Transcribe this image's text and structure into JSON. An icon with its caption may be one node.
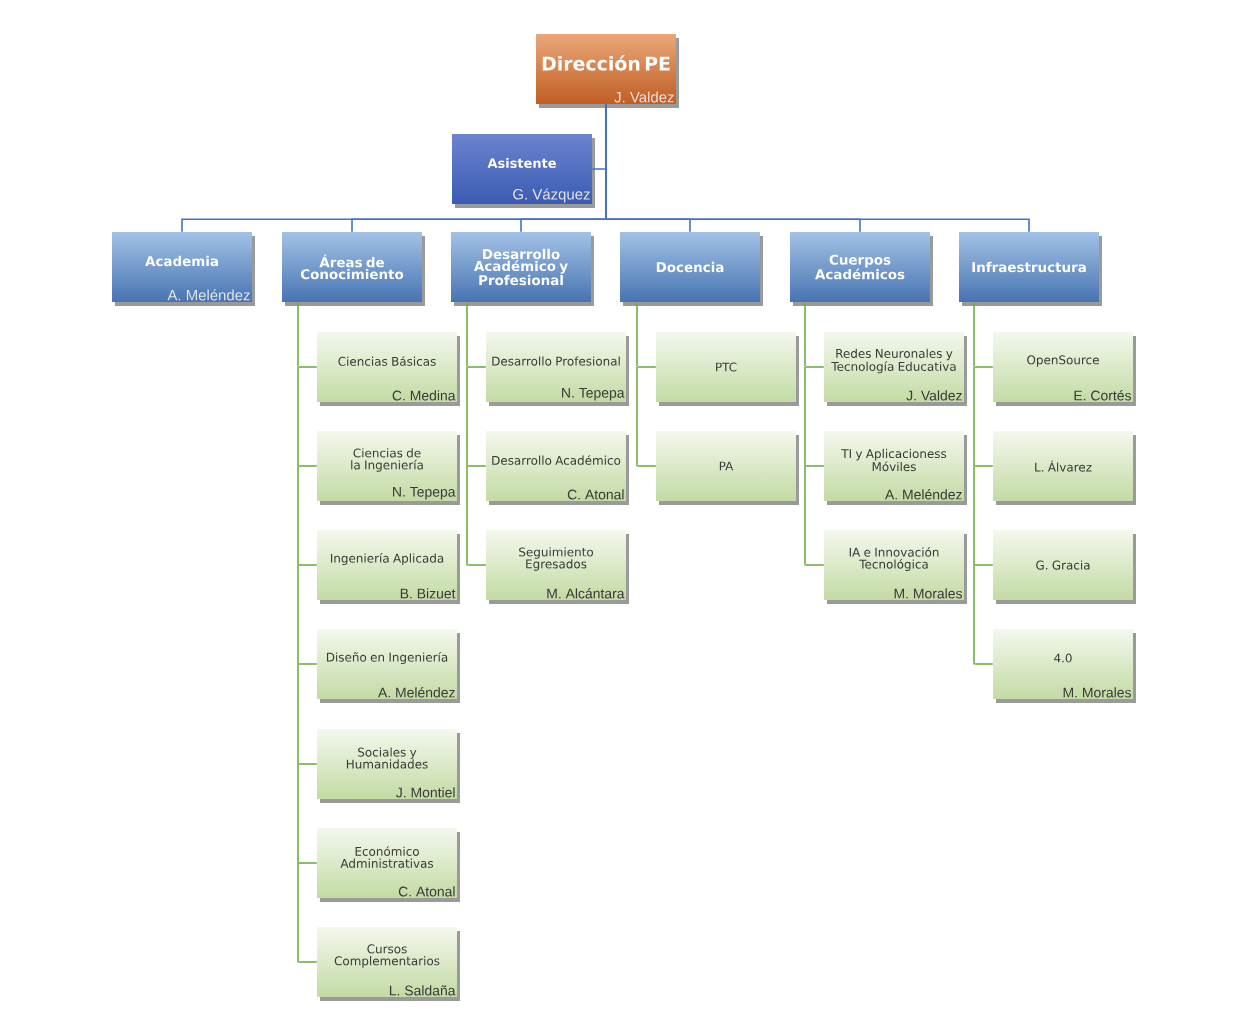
{
  "diagram": {
    "nodes": [
      {
        "text": [
          "Dirección PE",
          "J. Valdez"
        ]
      },
      {
        "text": [
          "Asistente",
          "G. Vázquez"
        ]
      },
      {
        "text": [
          "Academia",
          "A. Meléndez"
        ]
      },
      {
        "text": [
          "Áreas de Conocimiento"
        ]
      },
      {
        "text": [
          "Desarrollo Académico y Profesional"
        ]
      },
      {
        "text": [
          "Docencia"
        ]
      },
      {
        "text": [
          "Cuerpos Académicos"
        ]
      },
      {
        "text": [
          "Infraestructura"
        ]
      },
      {
        "text": [
          "Ciencias Básicas",
          "C. Medina"
        ]
      },
      {
        "text": [
          "Ciencias de la Ingeniería",
          "N. Tepepa"
        ]
      },
      {
        "text": [
          "Ingeniería Aplicada",
          "B. Bizuet"
        ]
      },
      {
        "text": [
          "Diseño en Ingeniería",
          "A. Meléndez"
        ]
      },
      {
        "text": [
          "Sociales y Humanidades",
          "J. Montiel"
        ]
      },
      {
        "text": [
          "Económico Administrativas",
          "C. Atonal"
        ]
      },
      {
        "text": [
          "Cursos Complementarios",
          "L. Saldaña"
        ]
      },
      {
        "text": [
          "Desarrollo Profesional",
          "N. Tepepa"
        ]
      },
      {
        "text": [
          "Desarrollo Académico",
          "C. Atonal"
        ]
      },
      {
        "text": [
          "Seguimiento Egresados",
          "M. Alcántara"
        ]
      },
      {
        "text": [
          "PTC"
        ]
      },
      {
        "text": [
          "PA"
        ]
      },
      {
        "text": [
          "Redes Neuronales y Tecnología Educativa",
          "J. Valdez"
        ]
      },
      {
        "text": [
          "TI y Aplicacioness Móviles",
          "A. Meléndez"
        ]
      },
      {
        "text": [
          "IA e Innovación Tecnológica",
          "M. Morales"
        ]
      },
      {
        "text": [
          "OpenSource",
          "E. Cortés"
        ]
      },
      {
        "text": [
          "L. Álvarez"
        ]
      },
      {
        "text": [
          "G. Gracia"
        ]
      },
      {
        "text": [
          "4.0",
          "M. Morales"
        ]
      },
      {
        "text": [],
        "shape": "bar"
      },
      {
        "text": [],
        "shape": "bar"
      },
      {
        "text": [],
        "shape": "bar"
      },
      {
        "text": [],
        "shape": "bar"
      },
      {
        "text": [],
        "shape": "bar"
      }
    ],
    "edges": [
      {
        "from": 0,
        "to": 1,
        "arrow": "none",
        "color": "#4472c4"
      },
      {
        "from": 0,
        "to": 2,
        "arrow": "none",
        "color": "#4472c4"
      },
      {
        "from": 0,
        "to": 3,
        "arrow": "none",
        "color": "#4472c4"
      },
      {
        "from": 0,
        "to": 4,
        "arrow": "none",
        "color": "#4472c4"
      },
      {
        "from": 0,
        "to": 5,
        "arrow": "none",
        "color": "#4472c4"
      },
      {
        "from": 0,
        "to": 6,
        "arrow": "none",
        "color": "#4472c4"
      },
      {
        "from": 0,
        "to": 7,
        "arrow": "none",
        "color": "#4472c4"
      },
      {
        "from": 3,
        "to": 27,
        "arrow": "none"
      },
      {
        "from": 27,
        "to": 8,
        "arrow": "none"
      },
      {
        "from": 27,
        "to": 9,
        "arrow": "none"
      },
      {
        "from": 27,
        "to": 10,
        "arrow": "none"
      },
      {
        "from": 27,
        "to": 11,
        "arrow": "none"
      },
      {
        "from": 27,
        "to": 12,
        "arrow": "none"
      },
      {
        "from": 27,
        "to": 13,
        "arrow": "none"
      },
      {
        "from": 27,
        "to": 14,
        "arrow": "none"
      },
      {
        "from": 4,
        "to": 28,
        "arrow": "none"
      },
      {
        "from": 28,
        "to": 15,
        "arrow": "none"
      },
      {
        "from": 28,
        "to": 16,
        "arrow": "none"
      },
      {
        "from": 28,
        "to": 17,
        "arrow": "none"
      },
      {
        "from": 5,
        "to": 29,
        "arrow": "none"
      },
      {
        "from": 29,
        "to": 18,
        "arrow": "none"
      },
      {
        "from": 29,
        "to": 19,
        "arrow": "none"
      },
      {
        "from": 6,
        "to": 30,
        "arrow": "none"
      },
      {
        "from": 30,
        "to": 20,
        "arrow": "none"
      },
      {
        "from": 30,
        "to": 21,
        "arrow": "none"
      },
      {
        "from": 30,
        "to": 22,
        "arrow": "none"
      },
      {
        "from": 7,
        "to": 31,
        "arrow": "none"
      },
      {
        "from": 31,
        "to": 23,
        "arrow": "none"
      },
      {
        "from": 31,
        "to": 24,
        "arrow": "none"
      },
      {
        "from": 31,
        "to": 25,
        "arrow": "none"
      },
      {
        "from": 31,
        "to": 26,
        "arrow": "none"
      }
    ]
  }
}
